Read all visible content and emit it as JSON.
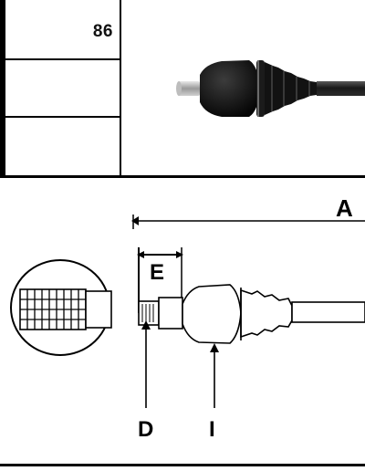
{
  "spec_table": {
    "rows": [
      {
        "value": "86"
      },
      {
        "value": ""
      },
      {
        "value": ""
      }
    ]
  },
  "diagram": {
    "labels": {
      "overall_length": "A",
      "spline_length": "E",
      "spline_end": "D",
      "inner_joint": "I"
    }
  }
}
